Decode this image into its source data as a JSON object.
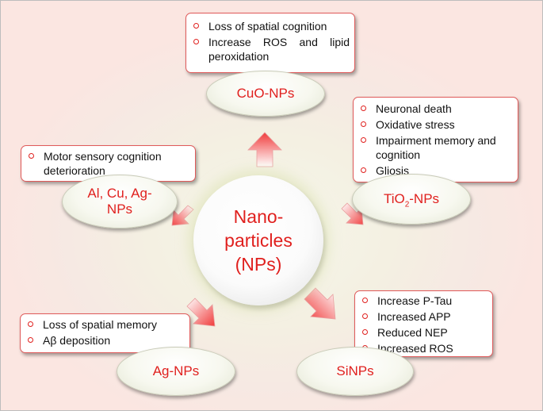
{
  "center": {
    "lines": [
      "Nano-",
      "particles",
      "(NPs)"
    ]
  },
  "nodes": {
    "cuo": {
      "label": "CuO-NPs",
      "effects": [
        "Loss of spatial cognition",
        "Increase ROS and lipid peroxidation"
      ]
    },
    "tio2": {
      "label_main": "TiO",
      "label_sub": "2",
      "label_suffix": "-NPs",
      "effects": [
        "Neuronal death",
        "Oxidative stress",
        "Impairment memory and cognition",
        "Gliosis"
      ]
    },
    "si": {
      "label": "SiNPs",
      "effects": [
        "Increase P-Tau",
        "Increased APP",
        "Reduced NEP",
        "Increased ROS"
      ]
    },
    "ag": {
      "label": "Ag-NPs",
      "effects": [
        "Loss of spatial memory",
        "Aβ deposition"
      ]
    },
    "alcuag": {
      "label_line1": "Al, Cu, Ag-",
      "label_line2": "NPs",
      "effects": [
        "Motor sensory cognition deterioration"
      ]
    }
  },
  "colors": {
    "accent_red": "#e0201e",
    "arrow_red": "#f05050",
    "box_border": "#e05a5a"
  }
}
